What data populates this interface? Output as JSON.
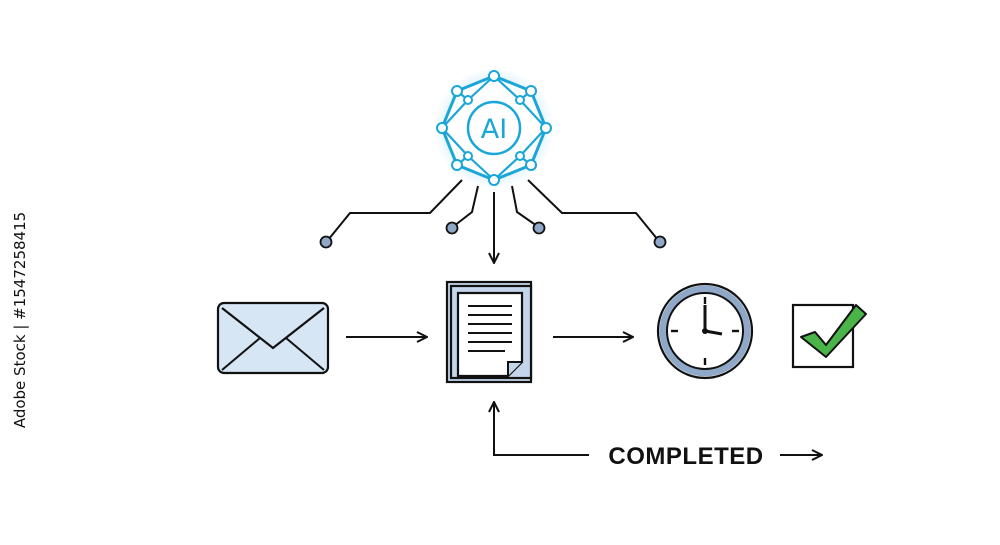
{
  "diagram": {
    "ai_badge_label": "AI",
    "status_label": "COMPLETED",
    "stock_id": "Adobe Stock | #1547258415"
  },
  "colors": {
    "ai_blue": "#1aa6d8",
    "ai_glow": "#bfe6f7",
    "line": "#111111",
    "node_fill": "#8fa8c8",
    "envelope_fill": "#d6e6f5",
    "doc_fill": "#c4d4ea",
    "clock_ring": "#8fa8c8",
    "check_green": "#49b549"
  }
}
